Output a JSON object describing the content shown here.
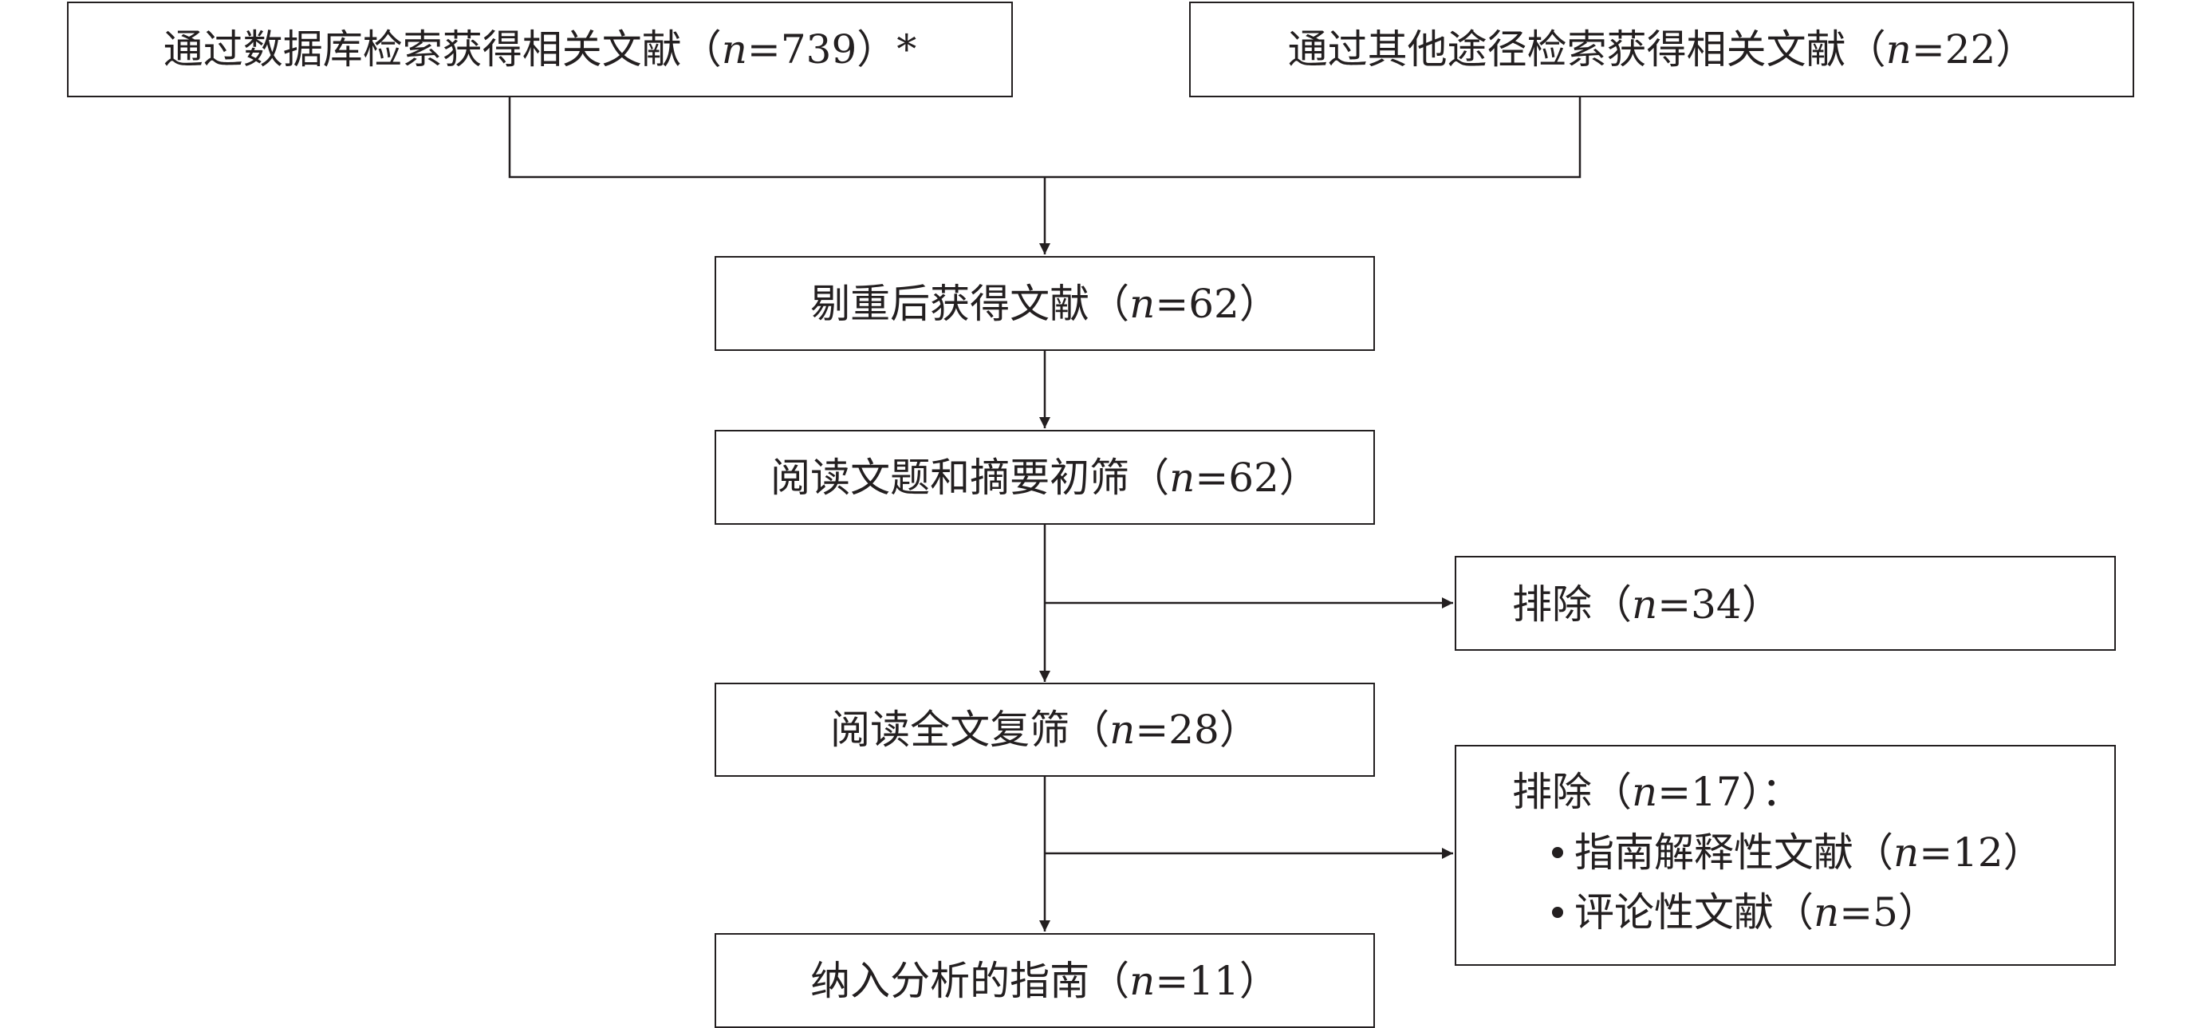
{
  "boxes": {
    "database": {
      "pre": "通过数据库检索获得相关文献（",
      "n": "n",
      "value": "=739",
      "post": "）*"
    },
    "other": {
      "pre": "通过其他途径检索获得相关文献（",
      "n": "n",
      "value": "=22",
      "post": "）"
    },
    "dedup": {
      "pre": "剔重后获得文献（",
      "n": "n",
      "value": "=62",
      "post": "）"
    },
    "title_abstract": {
      "pre": "阅读文题和摘要初筛（",
      "n": "n",
      "value": "=62",
      "post": "）"
    },
    "fulltext": {
      "pre": "阅读全文复筛（",
      "n": "n",
      "value": "=28",
      "post": "）"
    },
    "included": {
      "pre": "纳入分析的指南（",
      "n": "n",
      "value": "=11",
      "post": "）"
    },
    "exclude1": {
      "pre": "排除（",
      "n": "n",
      "value": "=34",
      "post": "）"
    },
    "exclude2": {
      "pre": "排除（",
      "n": "n",
      "value": "=17",
      "post": "）：",
      "items": [
        {
          "pre": "指南解释性文献（",
          "n": "n",
          "value": "=12",
          "post": "）"
        },
        {
          "pre": "评论性文献（",
          "n": "n",
          "value": "=5",
          "post": "）"
        }
      ]
    }
  },
  "colors": {
    "line": "#231f20",
    "background": "#ffffff"
  }
}
